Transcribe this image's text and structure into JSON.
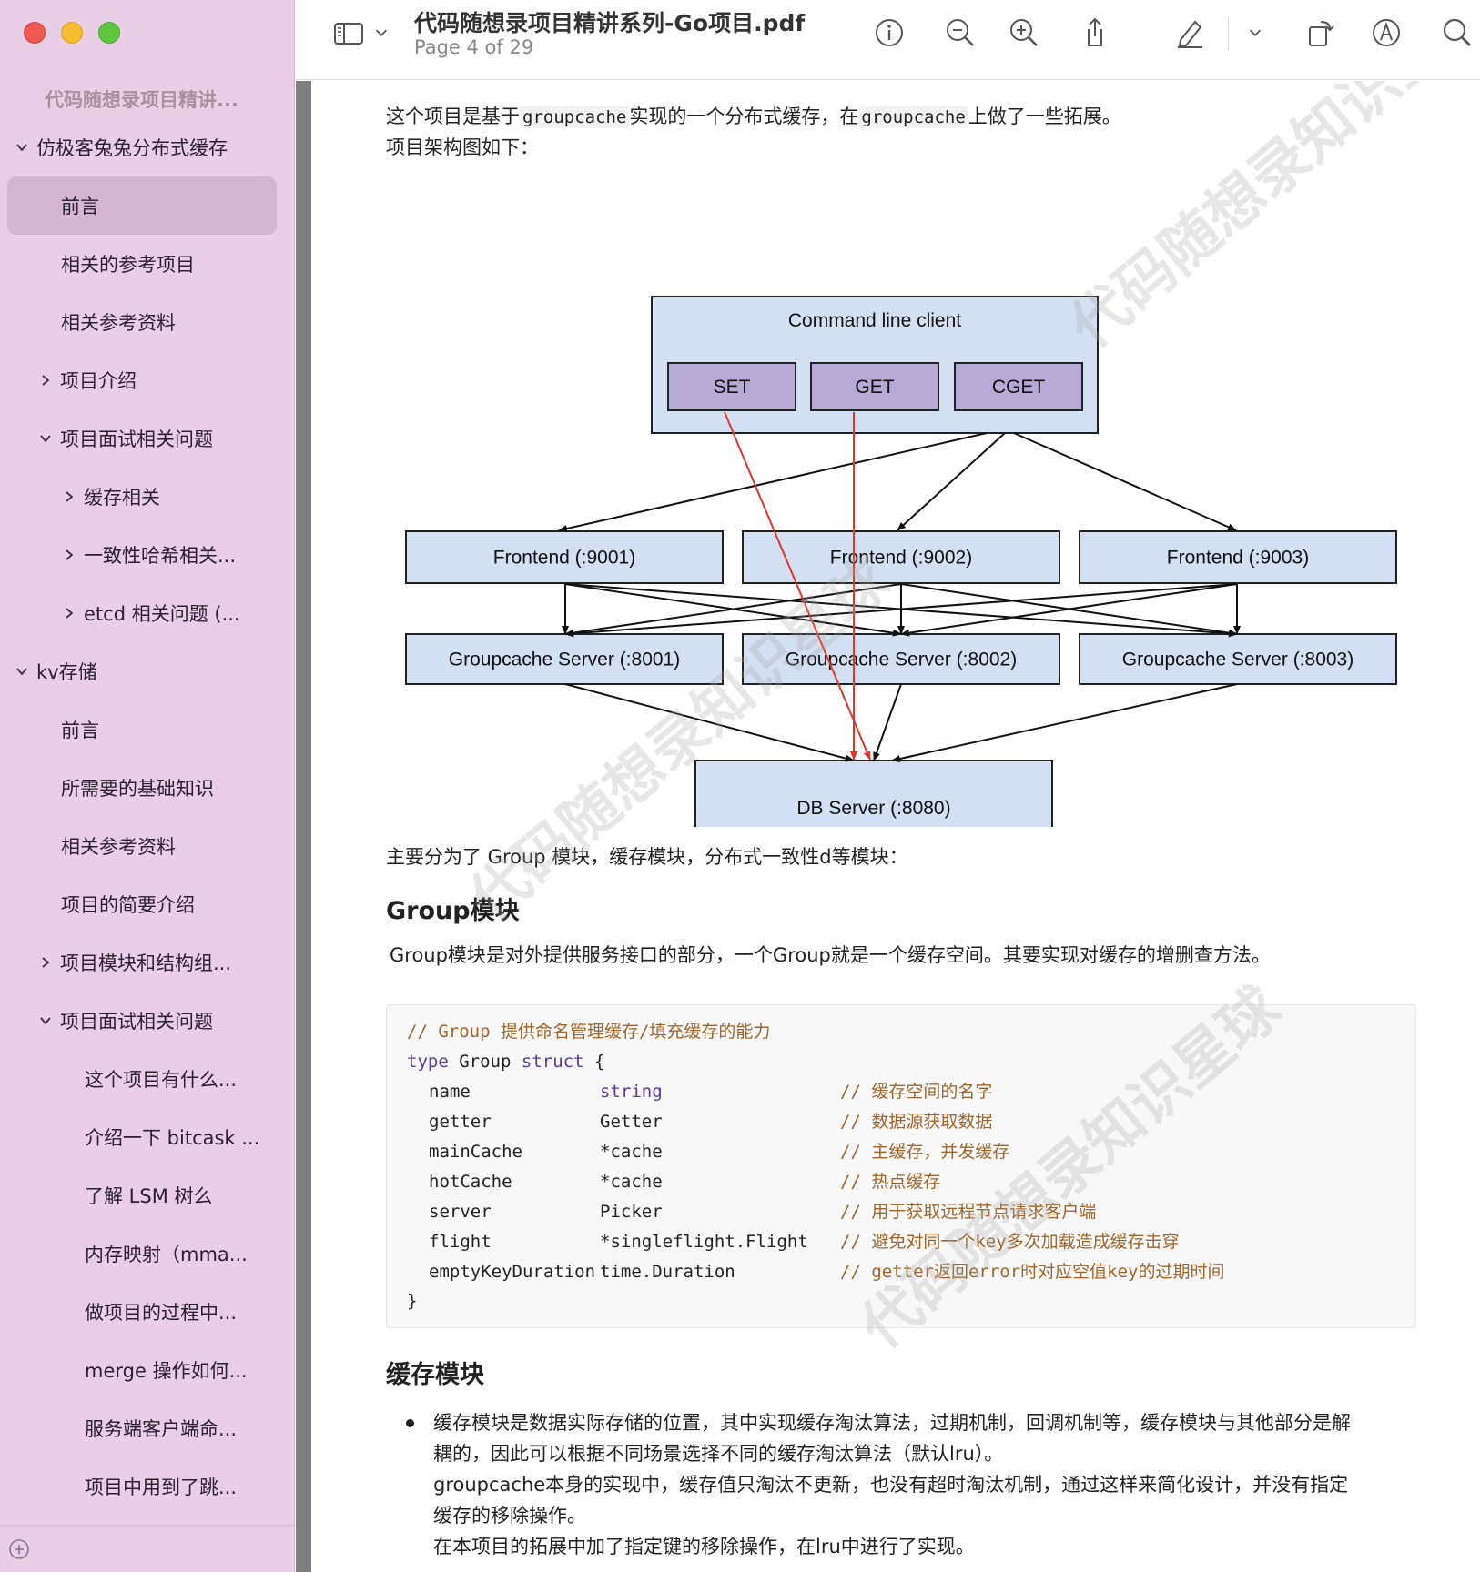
{
  "sidebar": {
    "title": "代码随想录项目精讲...",
    "items": [
      {
        "label": "仿极客兔兔分布式缓存",
        "level": 0,
        "chevron": "down"
      },
      {
        "label": "前言",
        "level": 1,
        "chevron": "none",
        "selected": true
      },
      {
        "label": "相关的参考项目",
        "level": 1,
        "chevron": "none"
      },
      {
        "label": "相关参考资料",
        "level": 1,
        "chevron": "none"
      },
      {
        "label": "项目介绍",
        "level": 1,
        "chevron": "right"
      },
      {
        "label": "项目面试相关问题",
        "level": 1,
        "chevron": "down"
      },
      {
        "label": "缓存相关",
        "level": 2,
        "chevron": "right"
      },
      {
        "label": "一致性哈希相关...",
        "level": 2,
        "chevron": "right"
      },
      {
        "label": "etcd 相关问题 (...",
        "level": 2,
        "chevron": "right"
      },
      {
        "label": "kv存储",
        "level": 0,
        "chevron": "down"
      },
      {
        "label": "前言",
        "level": 1,
        "chevron": "none"
      },
      {
        "label": "所需要的基础知识",
        "level": 1,
        "chevron": "none"
      },
      {
        "label": "相关参考资料",
        "level": 1,
        "chevron": "none"
      },
      {
        "label": "项目的简要介绍",
        "level": 1,
        "chevron": "none"
      },
      {
        "label": "项目模块和结构组...",
        "level": 1,
        "chevron": "right"
      },
      {
        "label": "项目面试相关问题",
        "level": 1,
        "chevron": "down"
      },
      {
        "label": "这个项目有什么...",
        "level": 2,
        "chevron": "none"
      },
      {
        "label": "介绍一下 bitcask ...",
        "level": 2,
        "chevron": "none"
      },
      {
        "label": "了解 LSM 树么",
        "level": 2,
        "chevron": "none"
      },
      {
        "label": "内存映射（mma...",
        "level": 2,
        "chevron": "none"
      },
      {
        "label": "做项目的过程中...",
        "level": 2,
        "chevron": "none"
      },
      {
        "label": "merge 操作如何...",
        "level": 2,
        "chevron": "none"
      },
      {
        "label": "服务端客户端命...",
        "level": 2,
        "chevron": "none"
      },
      {
        "label": "项目中用到了跳...",
        "level": 2,
        "chevron": "none"
      }
    ]
  },
  "toolbar": {
    "title": "代码随想录项目精讲系列-Go项目.pdf",
    "page_info": "Page 4 of 29",
    "icons": [
      "sidebar-toggle-icon",
      "chevron-down-icon",
      "info-icon",
      "zoom-out-icon",
      "zoom-in-icon",
      "share-icon",
      "highlight-pen-icon",
      "chevron-down-icon",
      "rotate-icon",
      "markup-icon",
      "search-icon"
    ]
  },
  "doc": {
    "intro_prefix": "这个项目是基于",
    "intro_code1": "groupcache",
    "intro_mid": "实现的一个分布式缓存，在",
    "intro_code2": "groupcache",
    "intro_suffix": "上做了一些拓展。",
    "arch_label": "项目架构图如下：",
    "diagram": {
      "client_title": "Command line client",
      "commands": [
        "SET",
        "GET",
        "CGET"
      ],
      "frontends": [
        "Frontend (:9001)",
        "Frontend (:9002)",
        "Frontend (:9003)"
      ],
      "servers": [
        "Groupcache Server (:8001)",
        "Groupcache Server (:8002)",
        "Groupcache Server (:8003)"
      ],
      "db": "DB Server (:8080)",
      "colors": {
        "box_fill": "#d3e0f1",
        "cmd_fill": "#b6a9d6",
        "normal_arrow": "#111111",
        "highlight_arrow": "#e0362c"
      }
    },
    "modules_line": "主要分为了 Group 模块，缓存模块，分布式一致性d等模块：",
    "group_heading": "Group模块",
    "group_desc": "Group模块是对外提供服务接口的部分，一个Group就是一个缓存空间。其要实现对缓存的增删查方法。",
    "code": {
      "comment_line": "// Group 提供命名管理缓存/填充缓存的能力",
      "kw_type": "type",
      "struct_name": "Group",
      "kw_struct": "struct",
      "open_brace": "{",
      "close_brace": "}",
      "fields": [
        {
          "name": "name",
          "type": "string",
          "comment": "// 缓存空间的名字"
        },
        {
          "name": "getter",
          "type": "Getter",
          "comment": "// 数据源获取数据"
        },
        {
          "name": "mainCache",
          "type": "*cache",
          "comment": "// 主缓存，并发缓存"
        },
        {
          "name": "hotCache",
          "type": "*cache",
          "comment": "// 热点缓存"
        },
        {
          "name": "server",
          "type": "Picker",
          "comment": "// 用于获取远程节点请求客户端"
        },
        {
          "name": "flight",
          "type": "*singleflight.Flight",
          "comment": "// 避免对同一个key多次加载造成缓存击穿"
        },
        {
          "name": "emptyKeyDuration",
          "type": "time.Duration",
          "comment": "// getter返回error时对应空值key的过期时间"
        }
      ]
    },
    "cache_heading": "缓存模块",
    "cache_bullet": [
      "缓存模块是数据实际存储的位置，其中实现缓存淘汰算法，过期机制，回调机制等，缓存模块与其他部分是解",
      "耦的，因此可以根据不同场景选择不同的缓存淘汰算法（默认lru）。",
      "groupcache本身的实现中，缓存值只淘汰不更新，也没有超时淘汰机制，通过这样来简化设计，并没有指定",
      "缓存的移除操作。",
      "在本项目的拓展中加了指定键的移除操作，在lru中进行了实现。"
    ],
    "watermark": "代码随想录知识星球"
  }
}
